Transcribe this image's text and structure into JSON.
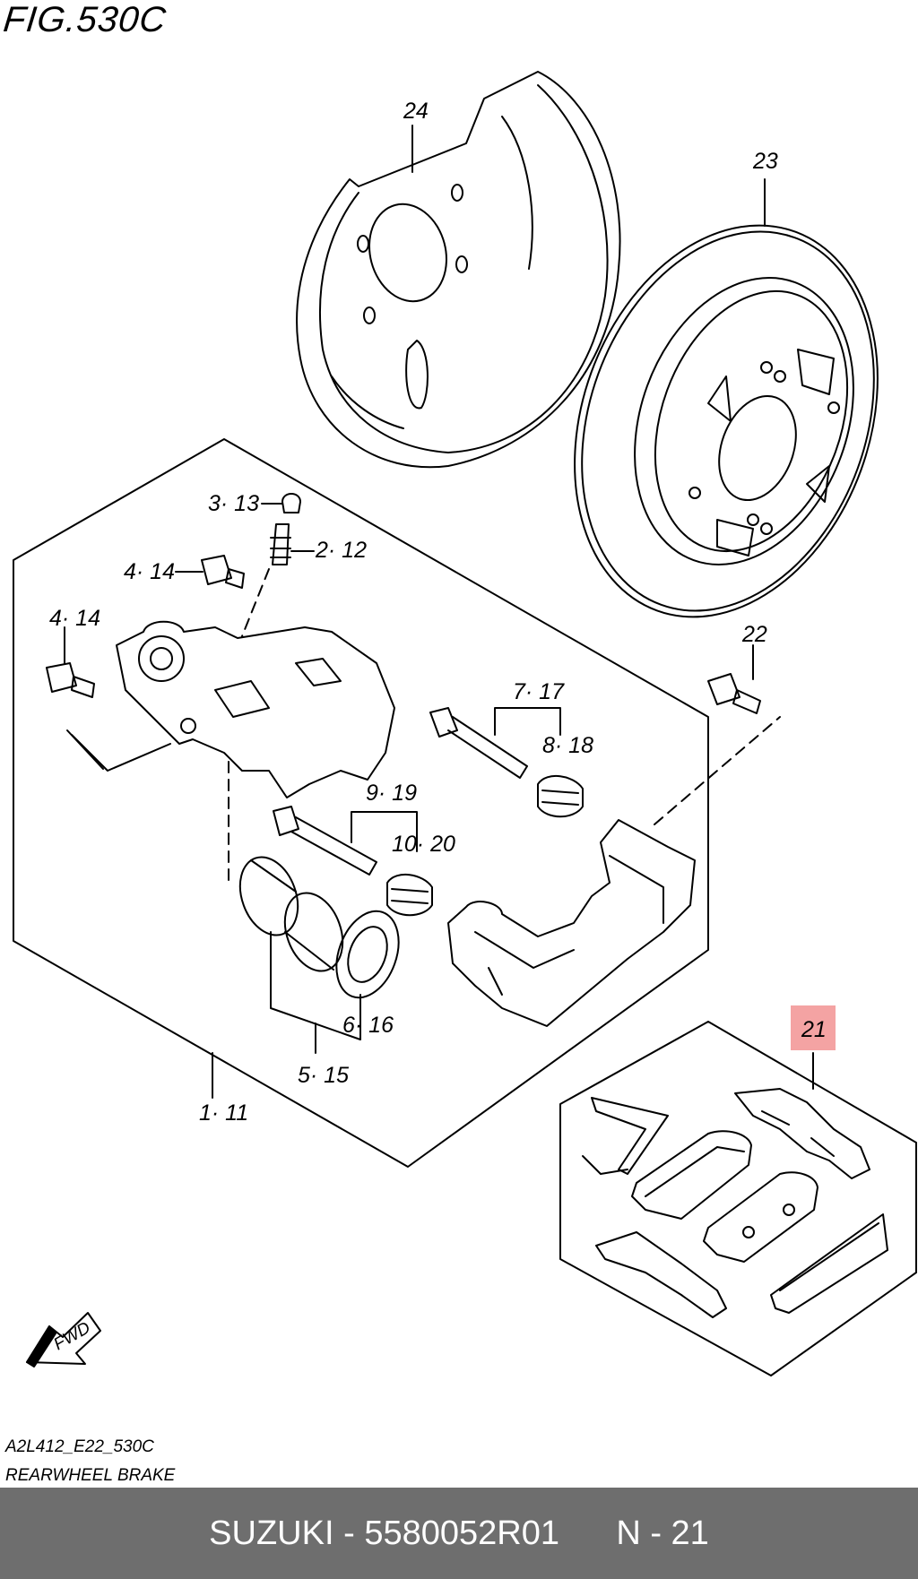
{
  "figure": {
    "title": "FIG.530C",
    "code": "A2L412_E22_530C",
    "name": "REARWHEEL BRAKE"
  },
  "callouts": {
    "c24": "24",
    "c23": "23",
    "c3_13": "3· 13",
    "c2_12": "2· 12",
    "c4_14a": "4· 14",
    "c4_14b": "4· 14",
    "c22": "22",
    "c7_17": "7· 17",
    "c8_18": "8· 18",
    "c9_19": "9· 19",
    "c10_20": "10· 20",
    "c6_16": "6· 16",
    "c5_15": "5· 15",
    "c1_11": "1· 11",
    "c21": "21"
  },
  "highlight": {
    "callout": "21",
    "color": "#f4a3a3"
  },
  "fwd_label": "FWD",
  "footer": {
    "brand": "SUZUKI",
    "part_number": "5580052R01",
    "page": "N - 21",
    "background": "#6e6e6e"
  }
}
